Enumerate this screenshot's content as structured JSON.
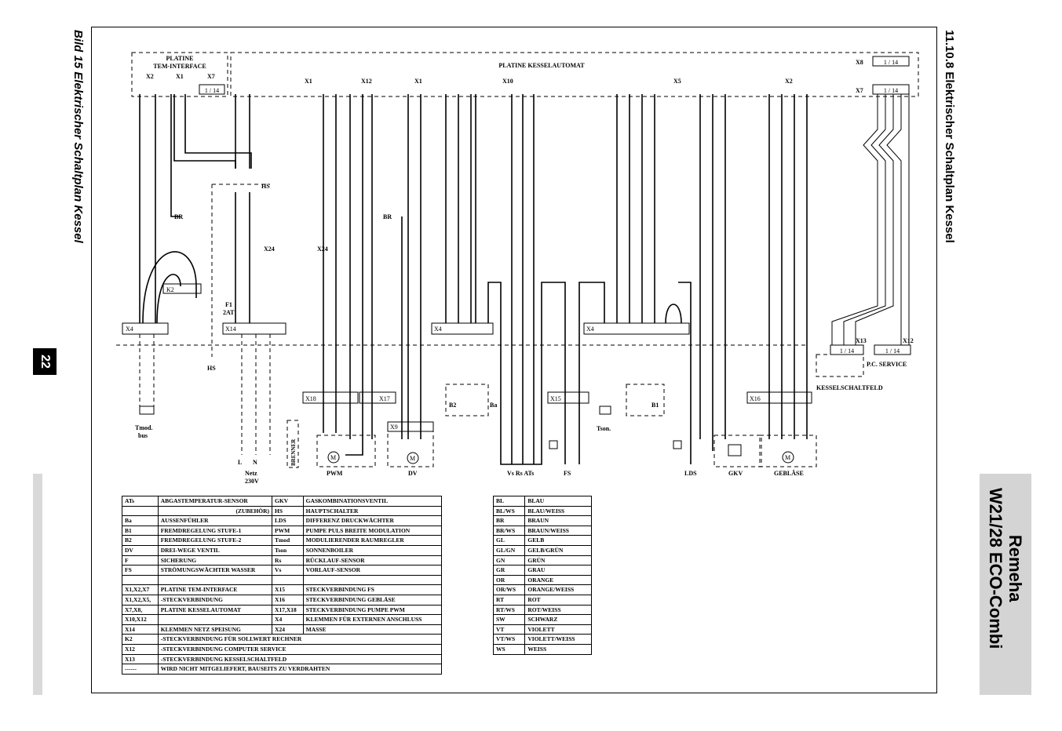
{
  "page": {
    "figure_caption": "Bild 15  Elektrischer Schaltplan Kessel",
    "page_number": "22",
    "section_heading": "11.10.8  Elektrischer Schaltplan Kessel",
    "brand_line1": "Remeha",
    "brand_line2": "W21/28 ECO-Combi"
  },
  "diagram": {
    "boards": {
      "tem_interface": [
        "PLATINE",
        "TEM-INTERFACE"
      ],
      "kesselautomat": "PLATINE KESSELAUTOMAT"
    },
    "connectors": {
      "x2": "X2",
      "x1": "X1",
      "x7": "X7",
      "x8": "X8",
      "x12": "X12",
      "x10": "X10",
      "x5": "X5",
      "x13": "X13",
      "x24": "X24",
      "x4": "X4",
      "x14": "X14",
      "x18": "X18",
      "x17": "X17",
      "x9": "X9",
      "x15": "X15",
      "x16": "X16",
      "k2": "K2",
      "hs": "HS",
      "f1": "F1",
      "f1_rating": "2AT",
      "ribbon": "1 / 14"
    },
    "components": {
      "tmod": [
        "Tmod.",
        "bus"
      ],
      "netz": [
        "Netz",
        "230V"
      ],
      "pwm": "PWM",
      "dv": "DV",
      "brenner": "BRENNER",
      "sensors": "Vs Rs ATs",
      "fs": "FS",
      "lds": "LDS",
      "gkv": "GKV",
      "geblaese": "GEBLÄSE",
      "tson": "Tson.",
      "b1": "B1",
      "b2": "B2",
      "ba": "Ba",
      "pc_service": "P.C. SERVICE",
      "kesselschaltfeld": "KESSELSCHALTFELD",
      "br": "BR"
    }
  },
  "legend_table": {
    "rows": [
      [
        "ATs",
        "ABGASTEMPERATUR-SENSOR",
        "GKV",
        "GASKOMBINATIONSVENTIL"
      ],
      [
        "",
        "(ZUBEHÖR)",
        "HS",
        "HAUPTSCHALTER"
      ],
      [
        "Ba",
        "AUSSENFÜHLER",
        "LDS",
        "DIFFERENZ DRUCKWÄCHTER"
      ],
      [
        "B1",
        "FREMDREGELUNG STUFE-1",
        "PWM",
        "PUMPE PULS BREITE MODULATION"
      ],
      [
        "B2",
        "FREMDREGELUNG STUFE-2",
        "Tmod",
        "MODULIERENDER RAUMREGLER"
      ],
      [
        "DV",
        "DREI-WEGE VENTIL",
        "Tson",
        "SONNENBOILER"
      ],
      [
        "F",
        "SICHERUNG",
        "Rs",
        "RÜCKLAUF-SENSOR"
      ],
      [
        "FS",
        "STRÖMUNGSWÄCHTER WASSER",
        "Vs",
        "VORLAUF-SENSOR"
      ],
      [
        "",
        "",
        "",
        ""
      ],
      [
        "X1,X2,X7",
        "PLATINE TEM-INTERFACE",
        "X15",
        "STECKVERBINDUNG FS"
      ],
      [
        "X1,X2,X5,",
        "-STECKVERBINDUNG",
        "X16",
        "STECKVERBINDUNG GEBLÄSE"
      ],
      [
        "X7,X8,",
        "PLATINE KESSELAUTOMAT",
        "X17,X18",
        "STECKVERBINDUNG PUMPE PWM"
      ],
      [
        "X10,X12",
        "",
        "X4",
        "KLEMMEN FÜR EXTERNEN ANSCHLUSS"
      ],
      [
        "X14",
        "KLEMMEN NETZ SPEISUNG",
        "X24",
        "MASSE"
      ]
    ],
    "wide_rows": [
      [
        "K2",
        "-STECKVERBINDUNG FÜR SOLLWERT RECHNER"
      ],
      [
        "X12",
        "-STECKVERBINDUNG COMPUTER SERVICE"
      ],
      [
        "X13",
        "-STECKVERBINDUNG KESSELSCHALTFELD"
      ],
      [
        "------",
        "WIRD NICHT MITGELIEFERT, BAUSEITS ZU VERDRAHTEN"
      ]
    ]
  },
  "color_table": {
    "rows": [
      [
        "BL",
        "BLAU"
      ],
      [
        "BL/WS",
        "BLAU/WEISS"
      ],
      [
        "BR",
        "BRAUN"
      ],
      [
        "BR/WS",
        "BRAUN/WEISS"
      ],
      [
        "GL",
        "GELB"
      ],
      [
        "GL/GN",
        "GELB/GRÜN"
      ],
      [
        "GN",
        "GRÜN"
      ],
      [
        "GR",
        "GRAU"
      ],
      [
        "OR",
        "ORANGE"
      ],
      [
        "OR/WS",
        "ORANGE/WEISS"
      ],
      [
        "RT",
        "ROT"
      ],
      [
        "RT/WS",
        "ROT/WEISS"
      ],
      [
        "SW",
        "SCHWARZ"
      ],
      [
        "VT",
        "VIOLETT"
      ],
      [
        "VT/WS",
        "VIOLETT/WEISS"
      ],
      [
        "WS",
        "WEISS"
      ]
    ]
  }
}
